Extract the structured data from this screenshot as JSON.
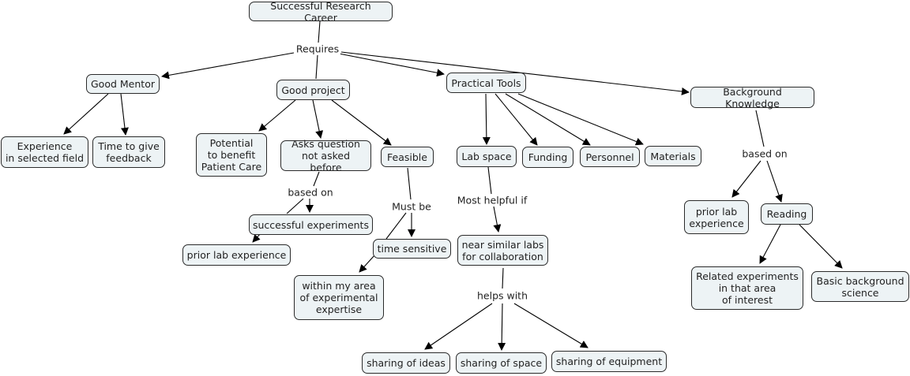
{
  "title": "Successful Research Career",
  "concepts": {
    "root": "Successful Research Career",
    "good_mentor": "Good Mentor",
    "good_project": "Good project",
    "practical_tools": "Practical Tools",
    "background_knowledge": "Background Knowledge",
    "experience_field": "Experience\nin selected field",
    "time_feedback": "Time to give\nfeedback",
    "potential_benefit": "Potential\nto benefit\nPatient Care",
    "asks_question": "Asks question\nnot asked before",
    "feasible": "Feasible",
    "successful_experiments": "successful experiments",
    "prior_lab_exp_1": "prior lab experience",
    "time_sensitive": "time sensitive",
    "within_area": "within my area\nof experimental\nexpertise",
    "lab_space": "Lab space",
    "funding": "Funding",
    "personnel": "Personnel",
    "materials": "Materials",
    "near_similar_labs": "near similar labs\nfor collaboration",
    "sharing_ideas": "sharing of ideas",
    "sharing_space": "sharing of space",
    "sharing_equipment": "sharing of equipment",
    "prior_lab_exp_2": "prior lab\nexperience",
    "reading": "Reading",
    "related_experiments": "Related experiments\nin that area\nof interest",
    "basic_science": "Basic background\nscience"
  },
  "linking_phrases": {
    "requires": "Requires",
    "based_on_1": "based on",
    "must_be": "Must be",
    "most_helpful_if": "Most helpful if",
    "helps_with": "helps with",
    "based_on_2": "based on"
  }
}
